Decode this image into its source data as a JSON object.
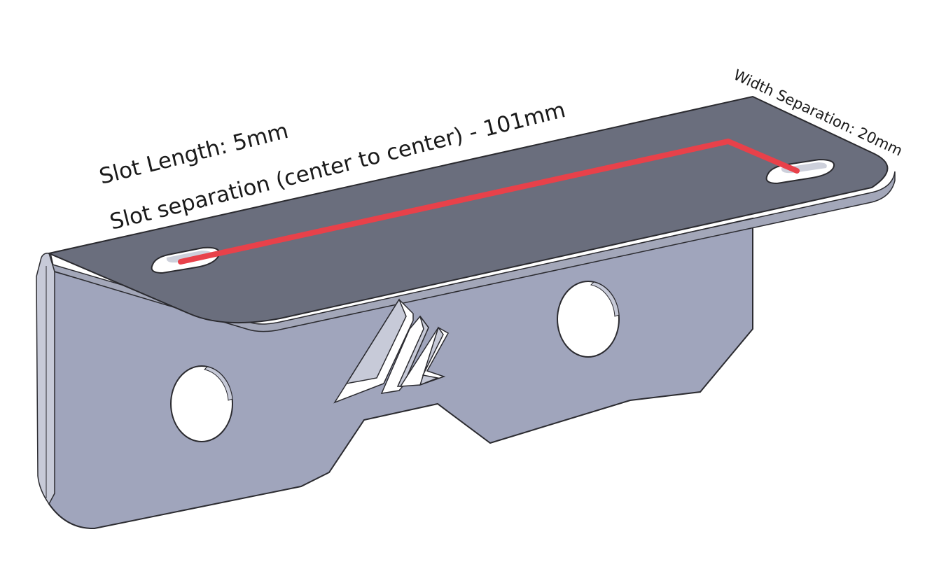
{
  "annotations": {
    "slot_length": "Slot Length: 5mm",
    "slot_separation": "Slot separation (center to center) - 101mm",
    "width_separation": "Width Separation: 20mm"
  },
  "colors": {
    "top_face": "#6a6e7d",
    "front_face": "#a0a5bc",
    "edge_face": "#c7cad8",
    "outline": "#2b2b30",
    "measure_line": "#e8414a",
    "background": "#ffffff"
  },
  "icons": {
    "logo": "engraved-logo-icon"
  }
}
